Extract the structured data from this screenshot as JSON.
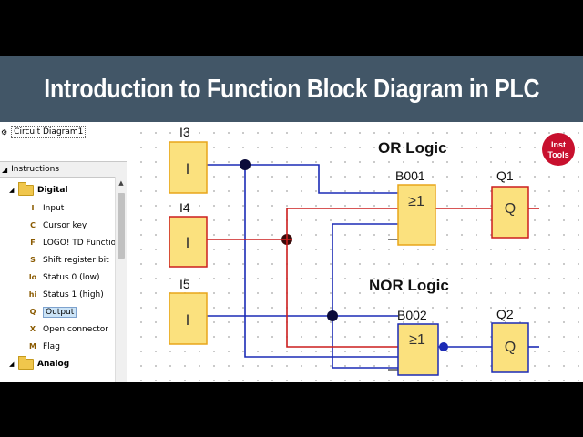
{
  "title": "Introduction to Function Block Diagram in PLC",
  "logo": {
    "line1": "Inst",
    "line2": "Tools",
    "color": "#c8102e"
  },
  "tree": {
    "root_label": "Circuit Diagram1",
    "section_label": "Instructions",
    "folder_digital": "Digital",
    "items": [
      {
        "icon": "I",
        "label": "Input"
      },
      {
        "icon": "C",
        "label": "Cursor key"
      },
      {
        "icon": "F",
        "label": "LOGO! TD Function"
      },
      {
        "icon": "S",
        "label": "Shift register bit"
      },
      {
        "icon": "lo",
        "label": "Status 0 (low)"
      },
      {
        "icon": "hi",
        "label": "Status 1 (high)"
      },
      {
        "icon": "Q",
        "label": "Output"
      },
      {
        "icon": "X",
        "label": "Open connector"
      },
      {
        "icon": "M",
        "label": "Flag"
      }
    ],
    "folder_analog": "Analog"
  },
  "diagram": {
    "or_heading": "OR Logic",
    "nor_heading": "NOR Logic",
    "inputs": [
      {
        "name": "I3",
        "symbol": "I"
      },
      {
        "name": "I4",
        "symbol": "I"
      },
      {
        "name": "I5",
        "symbol": "I"
      }
    ],
    "blocks": [
      {
        "name": "B001",
        "symbol": "≥1"
      },
      {
        "name": "B002",
        "symbol": "≥1"
      }
    ],
    "outputs": [
      {
        "name": "Q1",
        "symbol": "Q"
      },
      {
        "name": "Q2",
        "symbol": "Q"
      }
    ],
    "colors": {
      "block_fill": "#fbe17e",
      "block_border": "#e8a51a",
      "wire_blue": "#1c2bb5",
      "wire_red": "#cc1e1e"
    }
  }
}
